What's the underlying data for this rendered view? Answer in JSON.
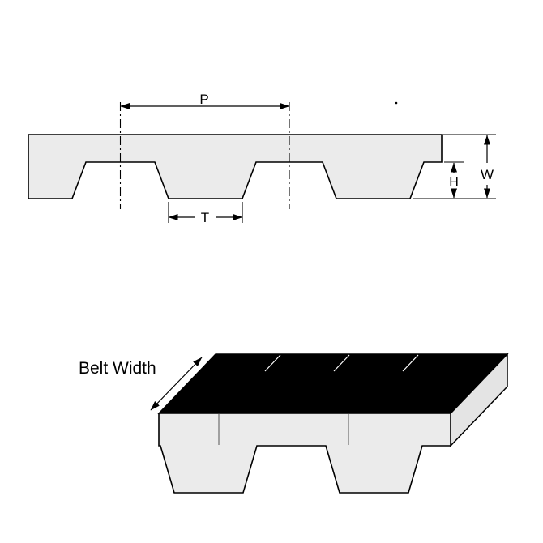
{
  "labels": {
    "pitch": "P",
    "tooth_width": "T",
    "tooth_height": "H",
    "belt_thickness": "W",
    "belt_width": "Belt Width"
  },
  "colors": {
    "background": "#ffffff",
    "belt_fill": "#ebebeb",
    "side_face_fill": "#e4e4e4",
    "top_face_fill": "#000000",
    "line": "#000000"
  }
}
